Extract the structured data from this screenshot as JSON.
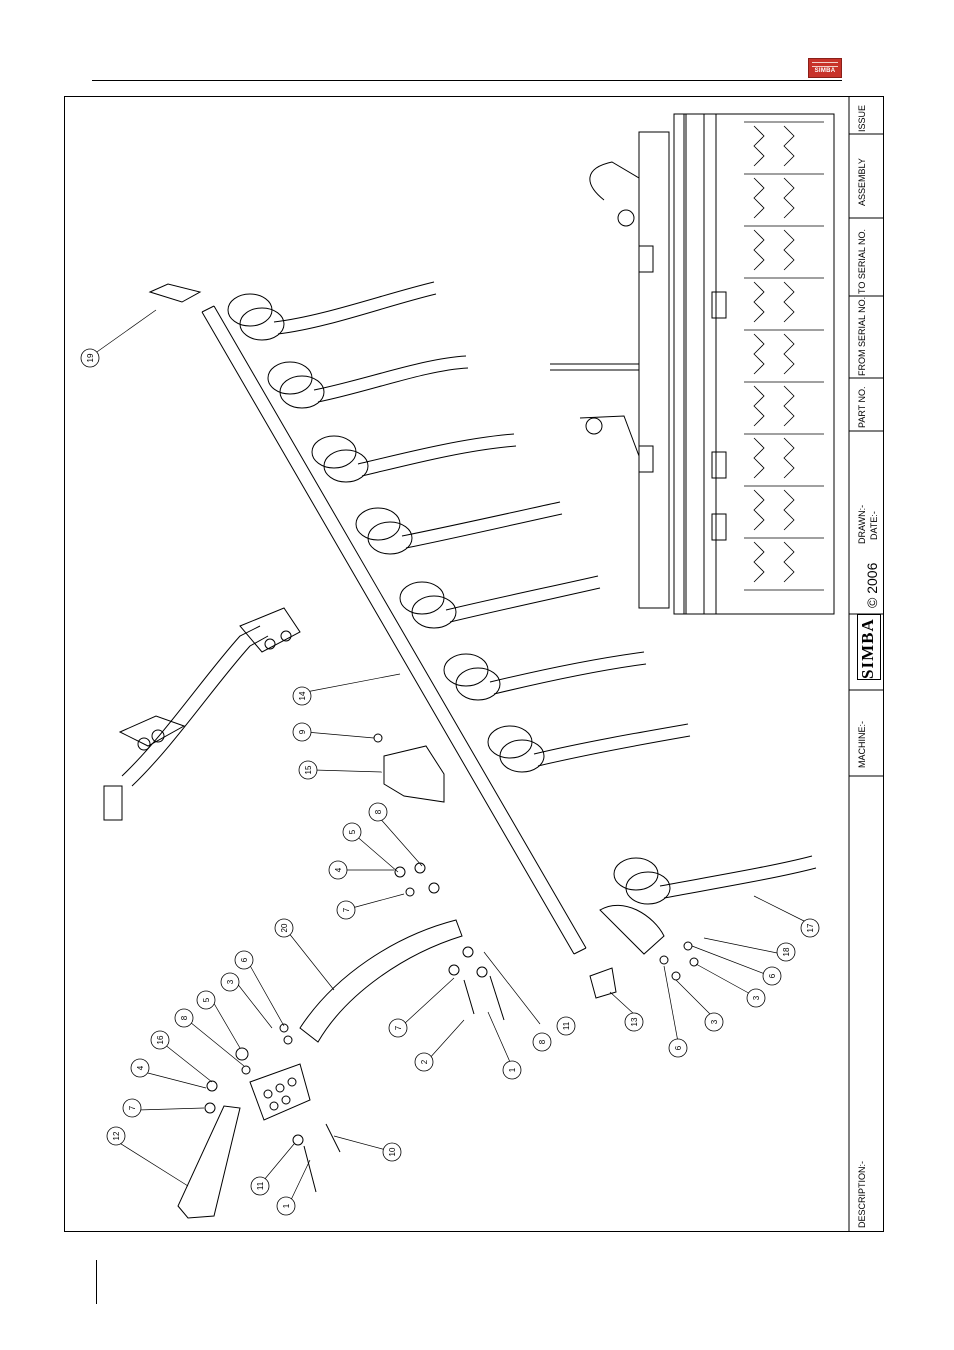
{
  "brand": {
    "logo_text": "SIMBA",
    "logo_color": "#c8332a",
    "title_block_word": "SIMBA"
  },
  "title_block": {
    "issue": "ISSUE",
    "assembly": "ASSEMBLY",
    "to_serial": "TO SERIAL NO.",
    "from_serial": "FROM SERIAL NO.",
    "part_no": "PART NO.",
    "drawn": "DRAWN:-",
    "date": "DATE:-",
    "copyright": "© 2006",
    "machine": "MACHINE:-",
    "description": "DESCRIPTION:-"
  },
  "callouts": [
    "1",
    "1",
    "2",
    "3",
    "3",
    "3",
    "4",
    "4",
    "5",
    "5",
    "6",
    "6",
    "6",
    "7",
    "7",
    "7",
    "8",
    "8",
    "8",
    "9",
    "10",
    "11",
    "11",
    "12",
    "13",
    "14",
    "15",
    "16",
    "17",
    "18",
    "19",
    "20"
  ]
}
